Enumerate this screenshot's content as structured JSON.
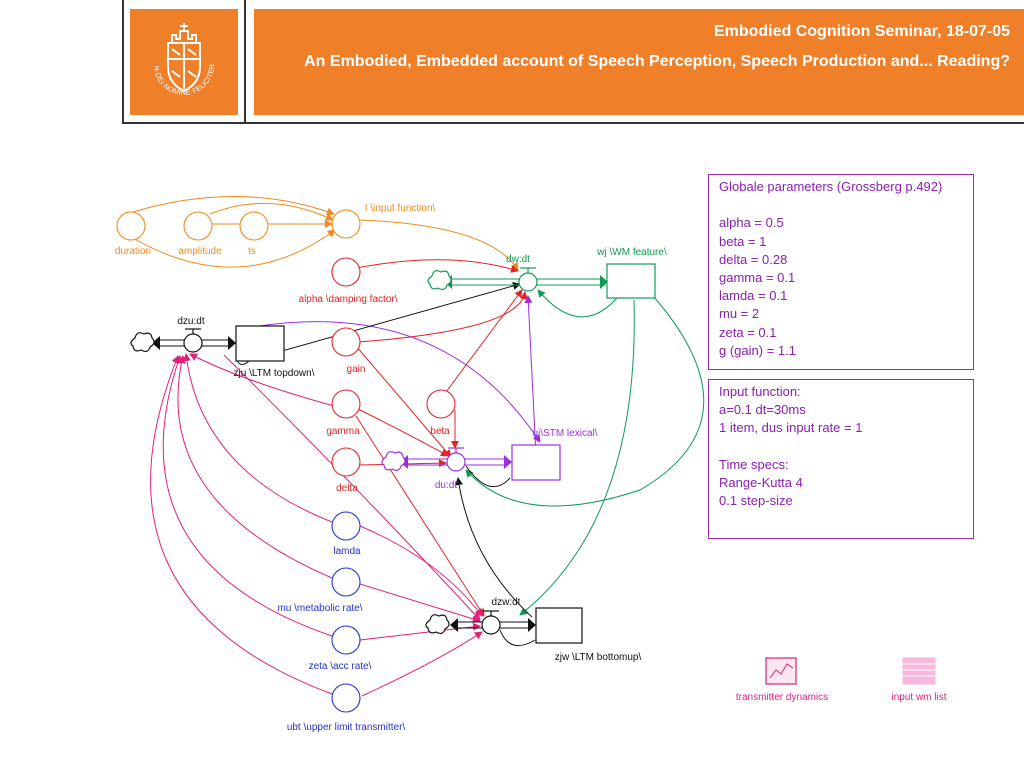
{
  "header": {
    "title": "Embodied Cognition Seminar, 18-07-05",
    "subtitle": "An Embodied, Embedded account of Speech Perception, Speech Production and... Reading?",
    "logo_text": "IN·DEI·NOMINE·FELICITER",
    "colors": {
      "accent": "#f07f2a"
    }
  },
  "params_box": {
    "lines": [
      "Globale parameters (Grossberg p.492)",
      "",
      "alpha = 0.5",
      "beta = 1",
      "delta = 0.28",
      "gamma = 0.1",
      "lamda = 0.1",
      "mu = 2",
      "zeta = 0.1",
      "g (gain) = 1.1"
    ]
  },
  "input_box": {
    "lines": [
      "Input function:",
      "a=0.1 dt=30ms",
      "1 item, dus input rate = 1",
      "",
      "Time specs:",
      "Range-Kutta 4",
      "0.1 step-size"
    ]
  },
  "diagram": {
    "colors": {
      "orange": "#f08a1e",
      "red": "#e32424",
      "blue": "#2233cc",
      "magenta": "#e0207a",
      "purple": "#9b2fe0",
      "green": "#119955",
      "black": "#111111"
    },
    "converters": {
      "duration": "duration",
      "amplitude": "amplitude",
      "ts": "ts",
      "input_function": "I \\input function\\",
      "alpha": "alpha \\damping factor\\",
      "gain": "gain",
      "gamma": "gamma",
      "beta": "beta",
      "delta": "delta",
      "lamda": "lamda",
      "mu": "mu \\metabolic rate\\",
      "zeta": "zeta \\acc rate\\",
      "ubt": "ubt \\upper limit transmitter\\"
    },
    "flows": {
      "dw": "dw:dt",
      "dzu": "dzu:dt",
      "du": "du:dt",
      "dzw": "dzw:dt"
    },
    "stocks": {
      "wj": "wj \\WM feature\\",
      "zju": "zju \\LTM topdown\\",
      "uj": "uj\\STM lexical\\",
      "zjw": "zjw \\LTM bottomup\\"
    },
    "tools": {
      "graph": "transmitter dynamics",
      "table": "input wm list"
    }
  }
}
